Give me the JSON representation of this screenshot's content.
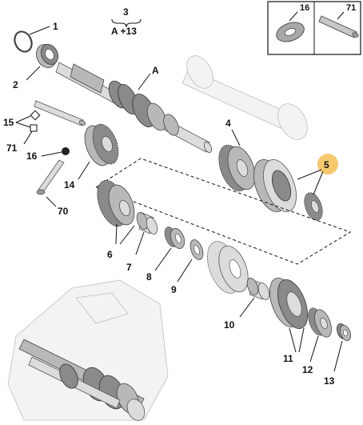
{
  "inset": {
    "label_16": "16",
    "label_71": "71"
  },
  "header": {
    "label_3": "3",
    "label_a13": "A +13"
  },
  "callouts": {
    "n1": "1",
    "n2": "2",
    "nA": "A",
    "n4": "4",
    "n5": "5",
    "n6": "6",
    "n7": "7",
    "n8": "8",
    "n9": "9",
    "n10": "10",
    "n11": "11",
    "n12": "12",
    "n13": "13",
    "n14": "14",
    "n15": "15",
    "n16": "16",
    "n70": "70",
    "n71": "71"
  },
  "colors": {
    "highlight": "#f5c86e",
    "ink": "#111111",
    "metal_dark": "#8a8a8a",
    "metal_light": "#dcdcdc"
  }
}
